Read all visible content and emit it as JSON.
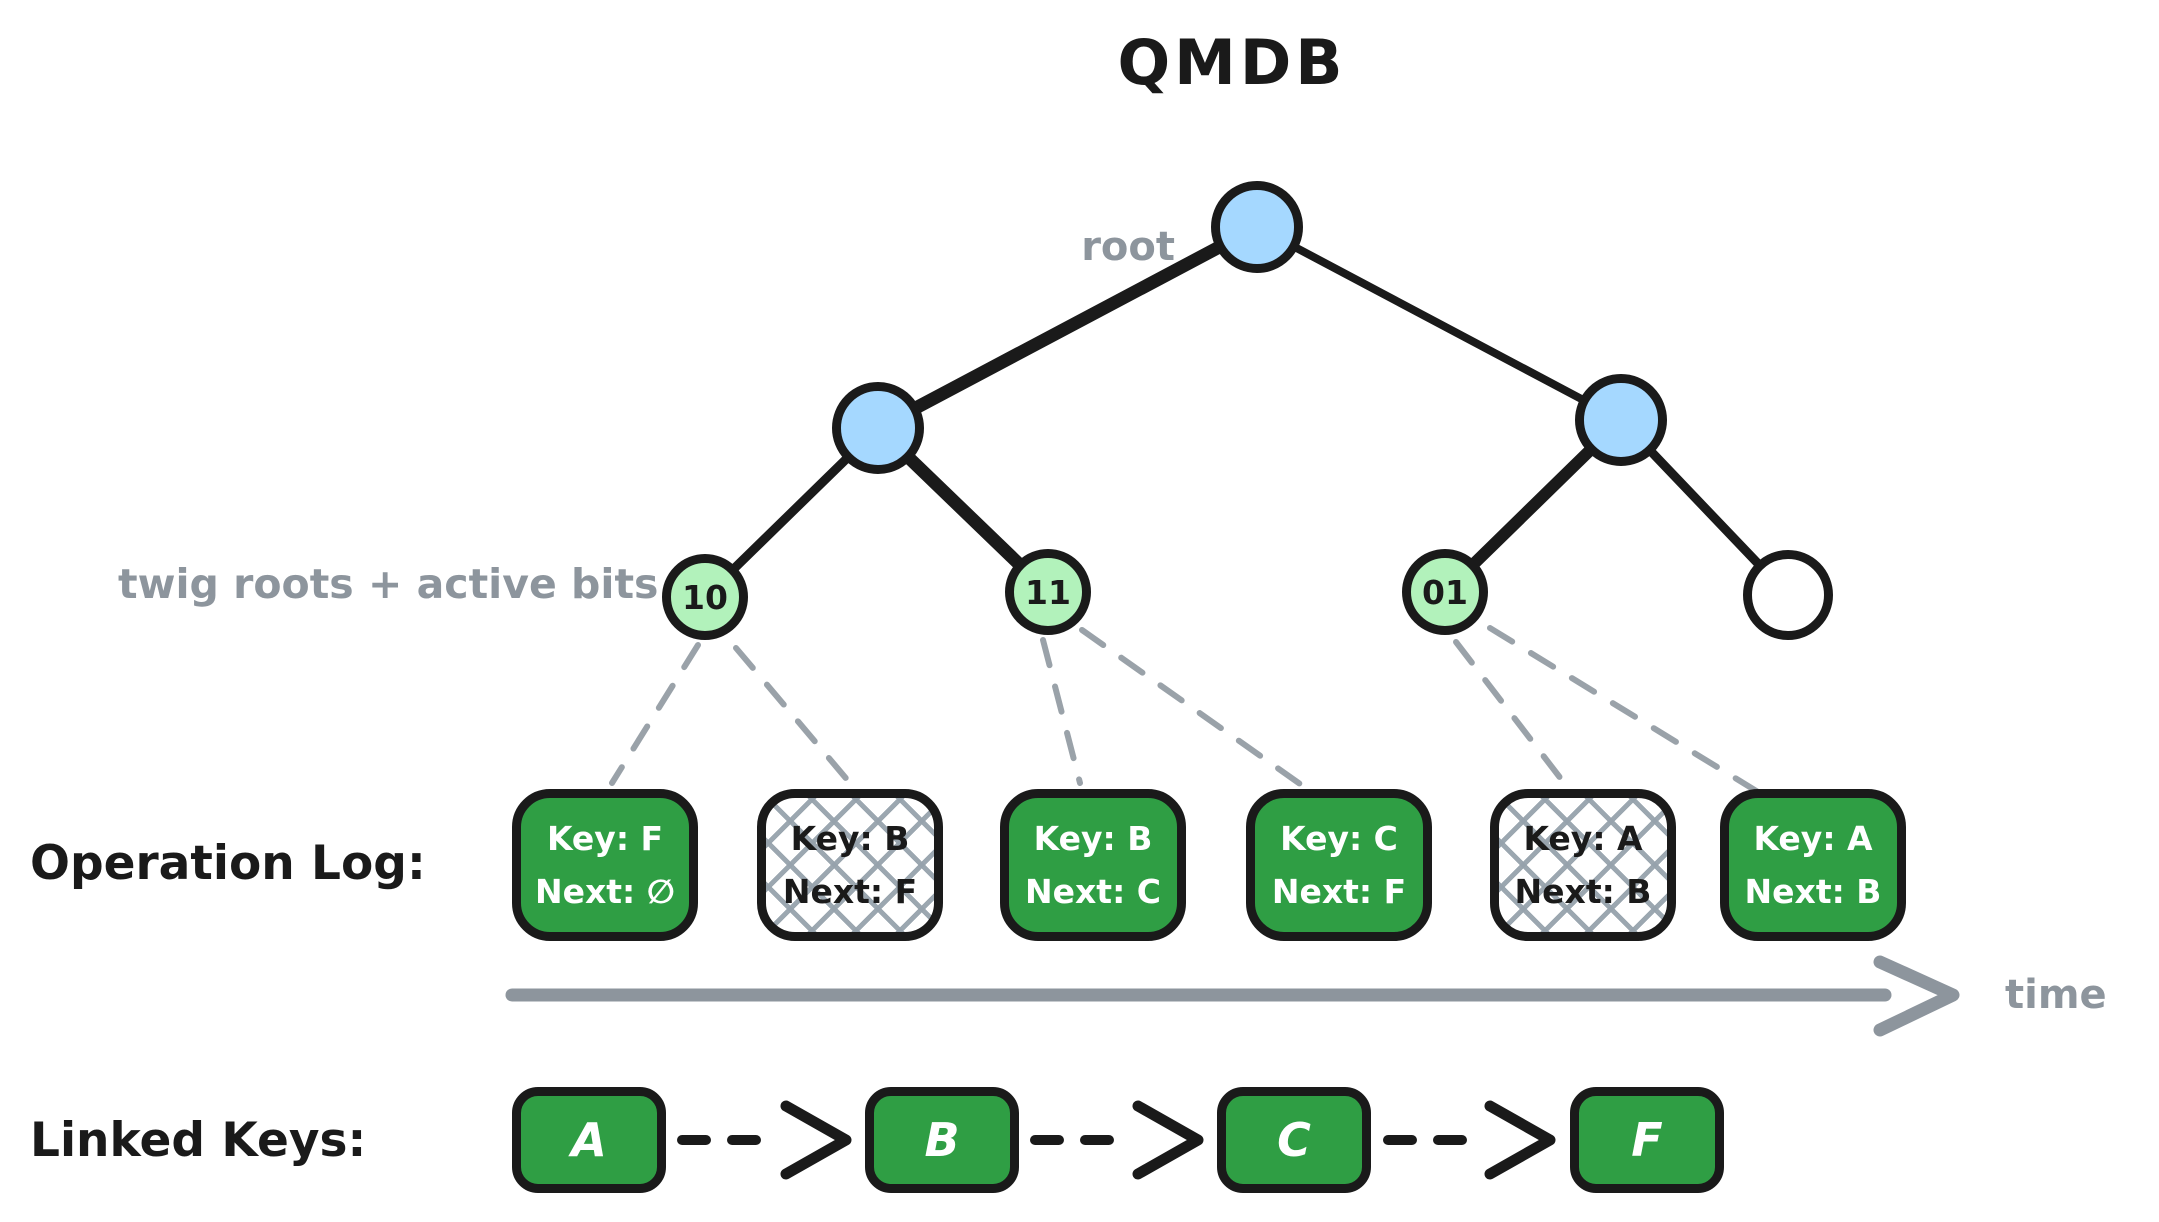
{
  "title": "QMDB",
  "tree": {
    "root_label": "root",
    "caption": "twig roots + active bits",
    "twigs": [
      {
        "label": "10"
      },
      {
        "label": "11"
      },
      {
        "label": "01"
      },
      {
        "label": ""
      }
    ]
  },
  "operation_log": {
    "caption": "Operation Log:",
    "axis_label": "time",
    "entries": [
      {
        "key": "Key: F",
        "next": "Next: ∅",
        "state": "active"
      },
      {
        "key": "Key: B",
        "next": "Next: F",
        "state": "stale"
      },
      {
        "key": "Key: B",
        "next": "Next: C",
        "state": "active"
      },
      {
        "key": "Key: C",
        "next": "Next: F",
        "state": "active"
      },
      {
        "key": "Key: A",
        "next": "Next: B",
        "state": "stale"
      },
      {
        "key": "Key: A",
        "next": "Next: B",
        "state": "active"
      }
    ]
  },
  "linked_keys": {
    "caption": "Linked Keys:",
    "keys": [
      "A",
      "B",
      "C",
      "F"
    ]
  },
  "colors": {
    "node_blue": "#a5d8ff",
    "twig_green": "#b2f2bb",
    "entry_green": "#2f9e44",
    "stroke": "#1a1a1a",
    "muted_text": "#8d959d",
    "dash_gray": "#9aa2a9"
  }
}
